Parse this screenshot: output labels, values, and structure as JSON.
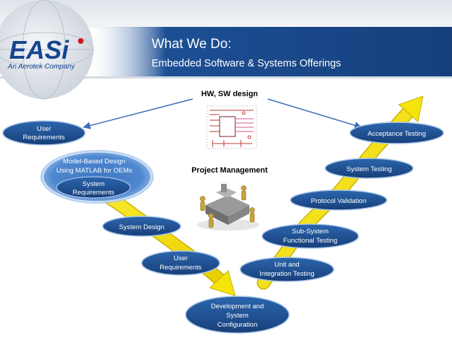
{
  "logo": {
    "brand": "EASi",
    "tagline": "An Aerotek Company"
  },
  "header": {
    "title": "What We Do:",
    "subtitle": "Embedded Software & Systems Offerings"
  },
  "center": {
    "hw_sw_label": "HW, SW design",
    "project_management_label": "Project Management"
  },
  "left_branch": {
    "user_requirements_top": [
      "User",
      "Requirements"
    ],
    "model_based_design": [
      "Model-Based Design",
      "Using MATLAB for OEMs"
    ],
    "system_requirements": [
      "System",
      "Requirements"
    ],
    "system_design": "System Design",
    "user_requirements_low": [
      "User",
      "Requirements"
    ]
  },
  "bottom": {
    "development": [
      "Development and",
      "System",
      "Configuration"
    ]
  },
  "right_branch": {
    "unit_integration": [
      "Unit and",
      "Integration Testing"
    ],
    "subsystem": [
      "Sub-System",
      "Functional Testing"
    ],
    "protocol_validation": "Protocol Validation",
    "system_testing": "System Testing",
    "acceptance_testing": "Acceptance Testing"
  },
  "colors": {
    "banner_blue": "#1b4f93",
    "node_blue": "#1f5597",
    "node_border": "#a9c6ea",
    "highlight_glow": "#5d95d8",
    "arrow_yellow": "#f4e40c",
    "arrow_outline": "#c9b000",
    "connector_blue": "#3e6fb7",
    "logo_blue": "#17468f",
    "logo_red": "#d0191c"
  }
}
